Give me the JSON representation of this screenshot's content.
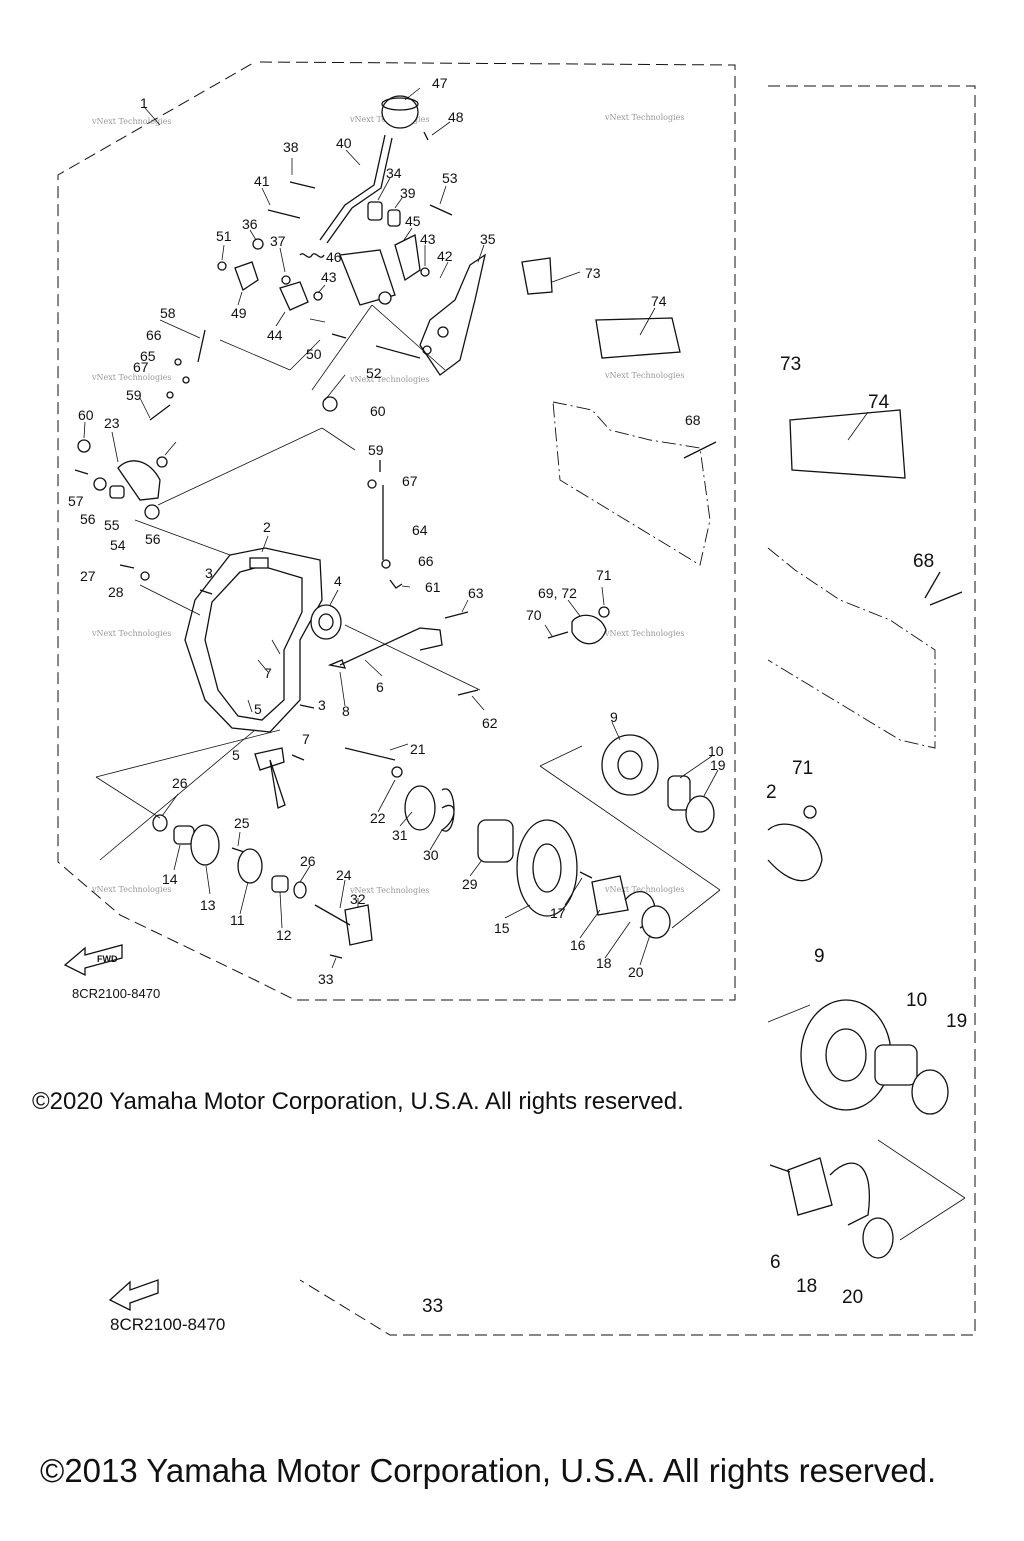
{
  "diagram": {
    "copyright_main": "©2020 Yamaha Motor Corporation, U.S.A. All rights reserved.",
    "copyright_bottom": "©2013 Yamaha Motor Corporation, U.S.A. All rights reserved.",
    "drawing_code": "8CR2100-8470",
    "drawing_code_lower": "8CR2100-8470",
    "fwd_label": "FWD",
    "watermark": "vNext Technologies",
    "callouts": [
      "1",
      "47",
      "48",
      "38",
      "40",
      "34",
      "39",
      "53",
      "41",
      "36",
      "45",
      "43",
      "35",
      "51",
      "37",
      "46",
      "42",
      "49",
      "44",
      "43",
      "73",
      "74",
      "58",
      "66",
      "50",
      "52",
      "65",
      "67",
      "59",
      "60",
      "68",
      "23",
      "60",
      "59",
      "67",
      "57",
      "56",
      "55",
      "54",
      "56",
      "64",
      "2",
      "66",
      "27",
      "3",
      "4",
      "61",
      "63",
      "28",
      "71",
      "69, 72",
      "70",
      "7",
      "6",
      "62",
      "5",
      "3",
      "8",
      "5",
      "7",
      "21",
      "9",
      "10",
      "19",
      "26",
      "22",
      "31",
      "25",
      "30",
      "29",
      "17",
      "14",
      "13",
      "26",
      "24",
      "32",
      "11",
      "12",
      "15",
      "16",
      "18",
      "20",
      "33"
    ],
    "callouts_right": [
      "73",
      "74",
      "68",
      "71",
      "2",
      "9",
      "10",
      "19",
      "6",
      "18",
      "20"
    ],
    "callout_33_lower": "33"
  }
}
